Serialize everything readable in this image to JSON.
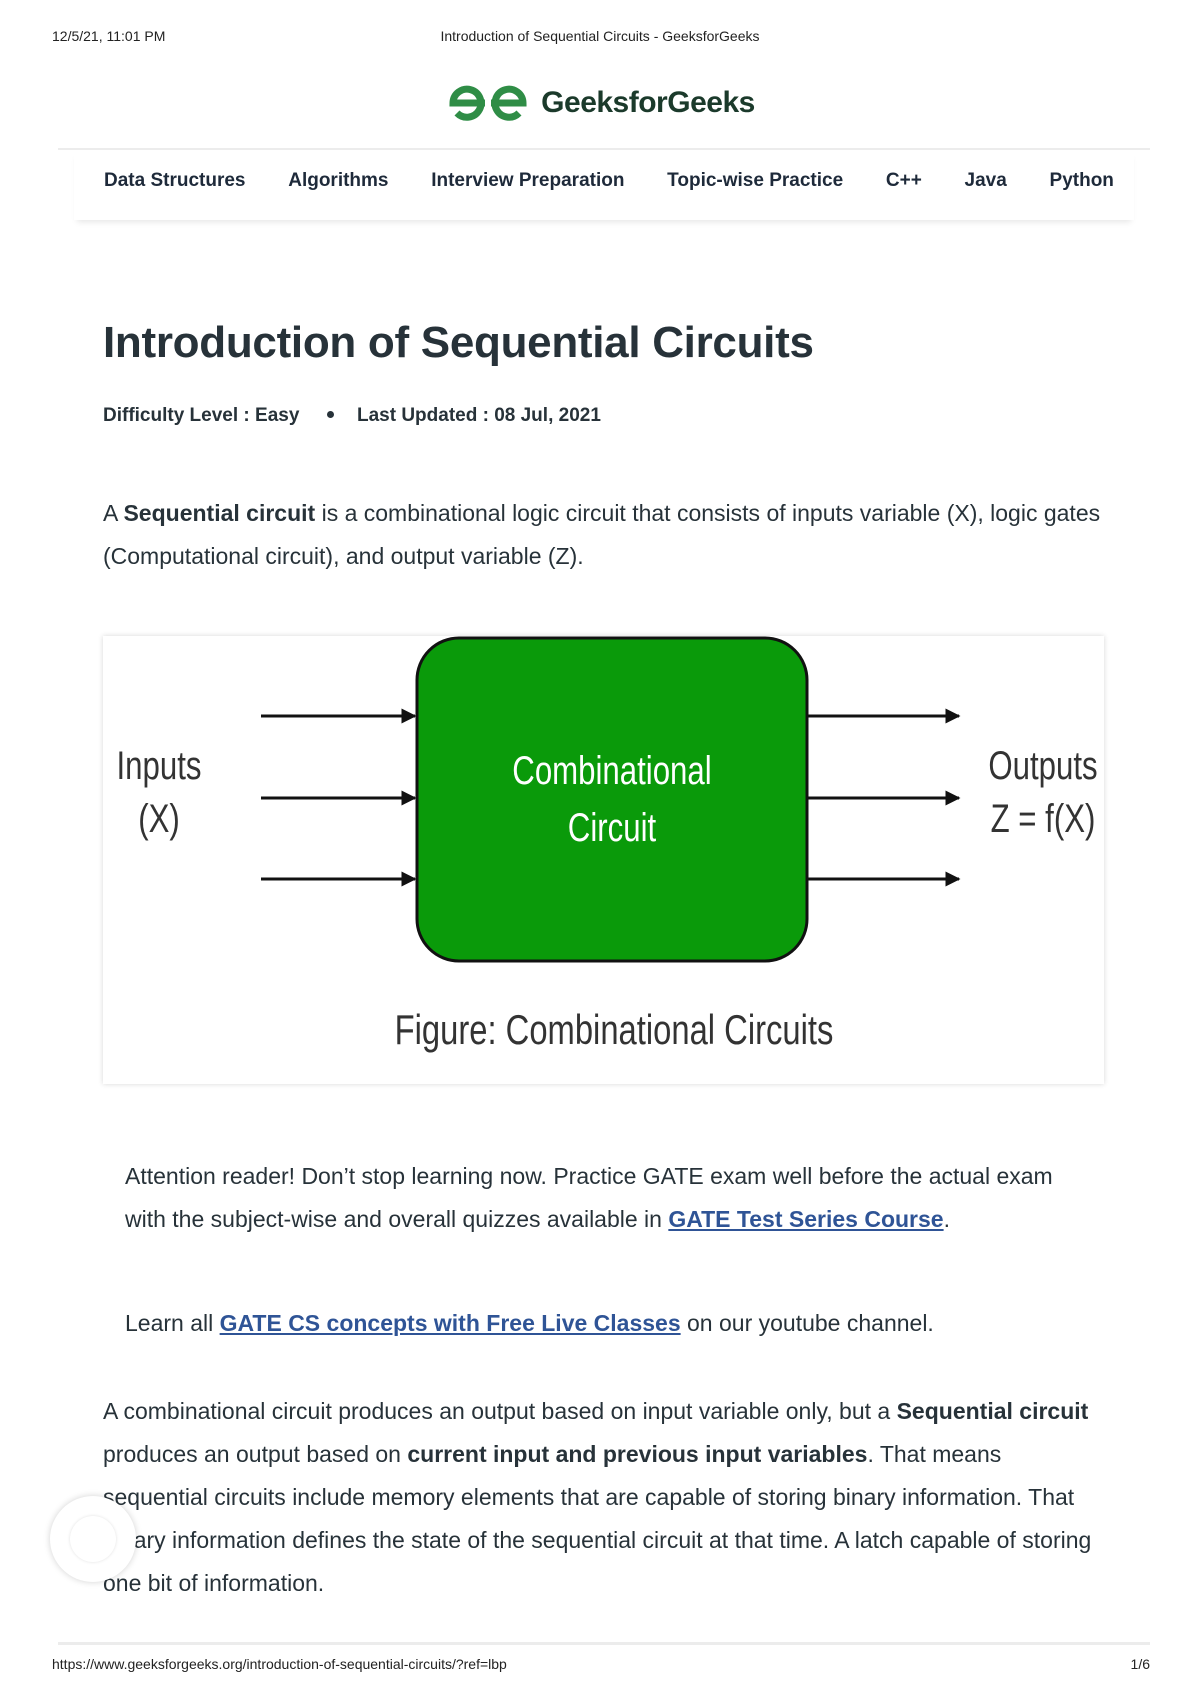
{
  "print_header": {
    "datetime": "12/5/21, 11:01 PM",
    "doc_title": "Introduction of Sequential Circuits - GeeksforGeeks"
  },
  "brand": {
    "name": "GeeksforGeeks",
    "logo_color": "#2f8d46",
    "text_color": "#1b3a2b"
  },
  "nav": {
    "items": [
      "Data Structures",
      "Algorithms",
      "Interview Preparation",
      "Topic-wise Practice",
      "C++",
      "Java",
      "Python"
    ]
  },
  "article": {
    "title": "Introduction of Sequential Circuits",
    "difficulty_label": "Difficulty Level : Easy",
    "updated_label": "Last Updated : 08 Jul, 2021",
    "intro": {
      "pre": "A ",
      "bold": "Sequential circuit",
      "post": " is a combinational logic circuit that consists of inputs variable (X), logic gates (Computational circuit), and output variable (Z)."
    }
  },
  "figure": {
    "inputs_line1": "Inputs",
    "inputs_line2": "(X)",
    "block_line1": "Combinational",
    "block_line2": "Circuit",
    "outputs_line1": "Outputs",
    "outputs_line2": "Z = f(X)",
    "caption": "Figure: Combinational Circuits",
    "block_color": "#0a9a0a"
  },
  "notice": {
    "p1_pre": "Attention reader! Don’t stop learning now.  Practice GATE exam well before the actual exam with the subject-wise and overall quizzes available in ",
    "p1_link": "GATE Test Series Course",
    "p1_post": ".",
    "p2_pre": "Learn all ",
    "p2_link": "GATE CS concepts with Free Live Classes",
    "p2_post": " on our youtube channel.",
    "link_color": "#2f5496"
  },
  "body": {
    "p_pre": "A combinational circuit produces an output based on input variable only, but a ",
    "p_bold1": "Sequential circuit",
    "p_mid": " produces an output based on ",
    "p_bold2": "current input and previous input variables",
    "p_post": ". That means sequential circuits include memory elements that are capable of storing binary information. That binary information defines the state of the sequential circuit at that time. A latch capable of storing one bit of information."
  },
  "print_footer": {
    "url": "https://www.geeksforgeeks.org/introduction-of-sequential-circuits/?ref=lbp",
    "page": "1/6"
  }
}
